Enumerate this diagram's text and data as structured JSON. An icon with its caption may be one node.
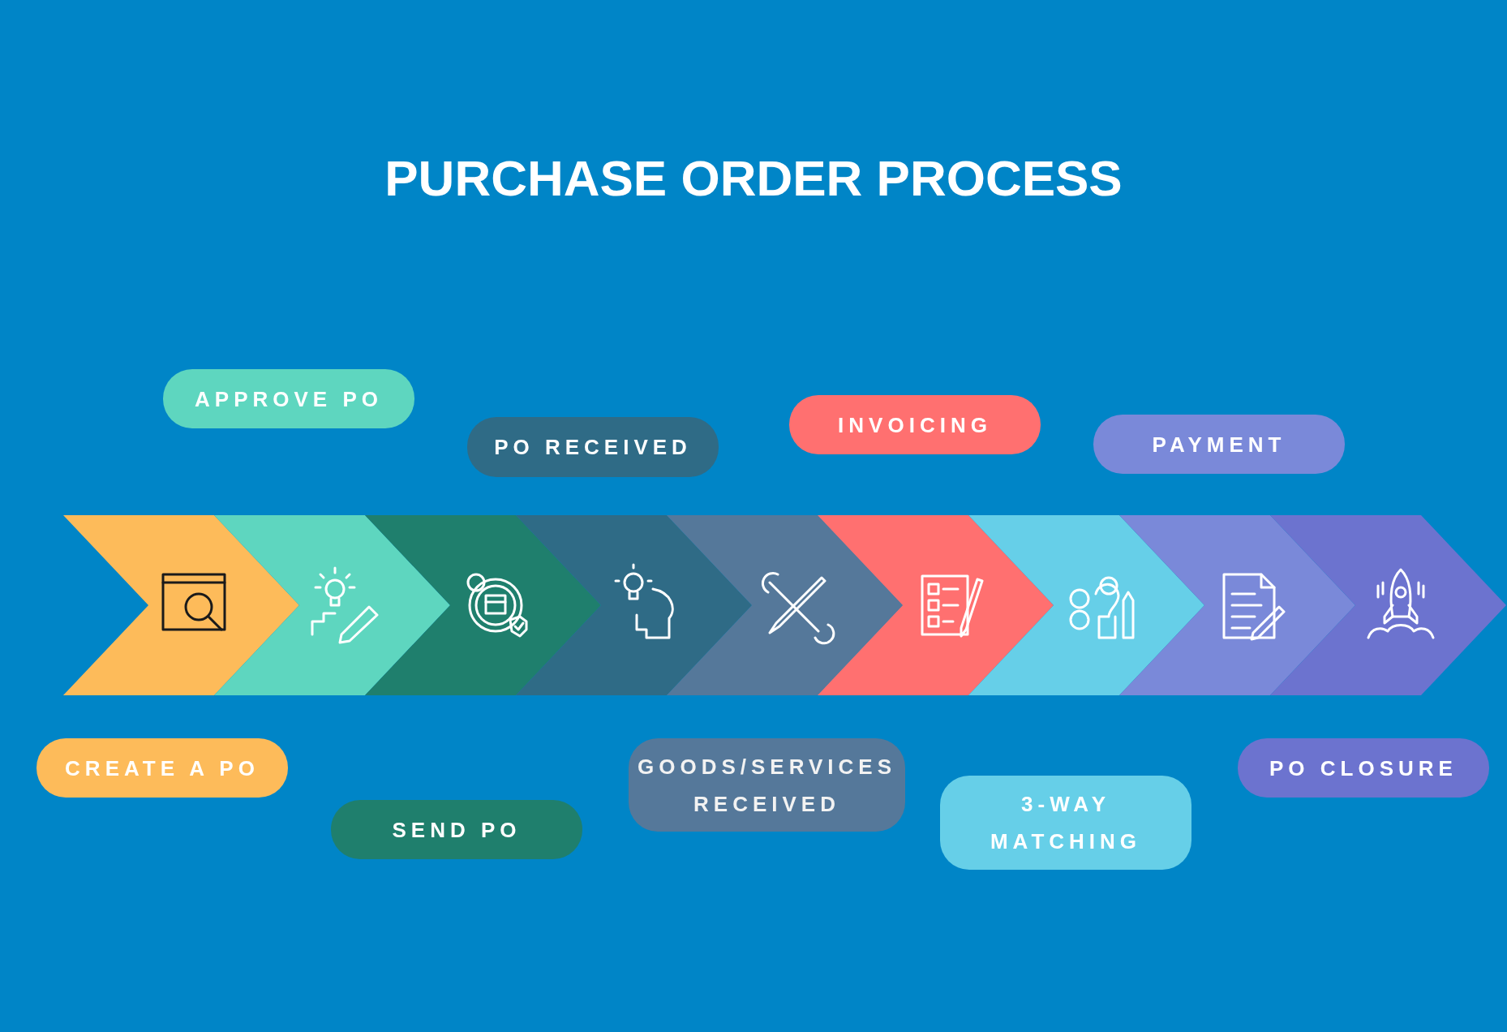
{
  "diagram": {
    "title": "PURCHASE ORDER PROCESS",
    "nodes": [
      {
        "text": [],
        "shape": "chevron"
      },
      {
        "text": [],
        "shape": "chevron"
      },
      {
        "text": [],
        "shape": "chevron"
      },
      {
        "text": [],
        "shape": "chevron"
      },
      {
        "text": [],
        "shape": "chevron"
      },
      {
        "text": [],
        "shape": "chevron"
      },
      {
        "text": [],
        "shape": "chevron"
      },
      {
        "text": [],
        "shape": "chevron"
      },
      {
        "text": [],
        "shape": "chevron"
      },
      {
        "text": [
          "CREATE A PO"
        ]
      },
      {
        "text": [
          "APPROVE PO"
        ]
      },
      {
        "text": [
          "SEND PO"
        ]
      },
      {
        "text": [
          "PO RECEIVED"
        ]
      },
      {
        "text": [
          "GOODS/SERVICES RECEIVED"
        ]
      },
      {
        "text": [
          "INVOICING"
        ]
      },
      {
        "text": [
          "3-WAY MATCHING"
        ]
      },
      {
        "text": [
          "PAYMENT"
        ]
      },
      {
        "text": [
          "PO CLOSURE"
        ]
      }
    ]
  }
}
